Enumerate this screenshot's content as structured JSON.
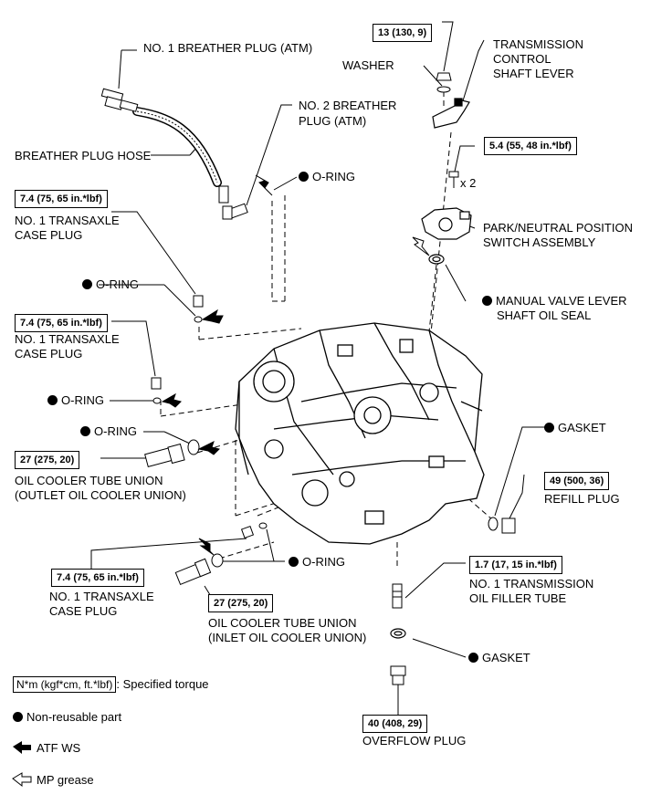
{
  "labels": {
    "breather1": "NO. 1 BREATHER PLUG (ATM)",
    "hose": "BREATHER PLUG HOSE",
    "breather2_l1": "NO. 2 BREATHER",
    "breather2_l2": "PLUG (ATM)",
    "oring": "O-RING",
    "case_plug_l1": "NO. 1 TRANSAXLE",
    "case_plug_l2": "CASE PLUG",
    "washer": "WASHER",
    "tcsl_l1": "TRANSMISSION",
    "tcsl_l2": "CONTROL",
    "tcsl_l3": "SHAFT LEVER",
    "x2": "x 2",
    "pnp_l1": "PARK/NEUTRAL POSITION",
    "pnp_l2": "SWITCH ASSEMBLY",
    "mvl_l1": "MANUAL VALVE LEVER",
    "mvl_l2": "SHAFT OIL SEAL",
    "outlet_l1": "OIL COOLER TUBE UNION",
    "outlet_l2": "(OUTLET OIL COOLER UNION)",
    "gasket": "GASKET",
    "refill": "REFILL PLUG",
    "filler_l1": "NO. 1 TRANSMISSION",
    "filler_l2": "OIL FILLER TUBE",
    "inlet_l1": "OIL COOLER TUBE UNION",
    "inlet_l2": "(INLET OIL COOLER UNION)",
    "overflow": "OVERFLOW PLUG"
  },
  "torques": {
    "t13": "13 (130, 9)",
    "t54": "5.4 (55, 48 in.*lbf)",
    "t74": "7.4 (75, 65 in.*lbf)",
    "t27": "27 (275, 20)",
    "t49": "49 (500, 36)",
    "t17": "1.7 (17, 15 in.*lbf)",
    "t40": "40 (408, 29)"
  },
  "legend": {
    "torque_box": "N*m (kgf*cm, ft.*lbf)",
    "torque_text": ": Specified torque",
    "nonreusable": "Non-reusable part",
    "atf": "ATF WS",
    "mp": "MP grease"
  }
}
